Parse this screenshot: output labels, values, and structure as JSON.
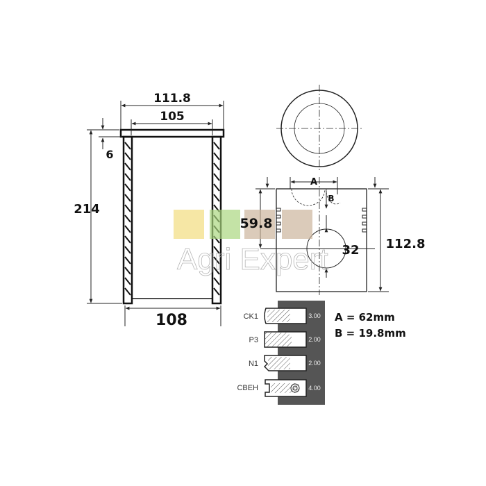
{
  "liner": {
    "flange_diameter": "111.8",
    "inner_diameter": "105",
    "flange_height": "6",
    "length": "214",
    "outer_diameter": "108"
  },
  "piston": {
    "dim_a_label": "A",
    "dim_b_label": "B",
    "compression_height": "59.8",
    "pin_diameter": "32",
    "total_height": "112.8",
    "a_value": "A = 62mm",
    "b_value": "B = 19.8mm"
  },
  "rings": [
    {
      "name": "CK1",
      "width": "3.00"
    },
    {
      "name": "P3",
      "width": "2.00"
    },
    {
      "name": "N1",
      "width": "2.00"
    },
    {
      "name": "CBEH",
      "width": "4.00"
    }
  ],
  "watermark": {
    "text": "Agri Expert"
  },
  "colors": {
    "panel": "#555555",
    "tile_yellow": "#f3dc7a",
    "tile_green": "#a9d67d",
    "tile_tan": "#cbb39a"
  }
}
